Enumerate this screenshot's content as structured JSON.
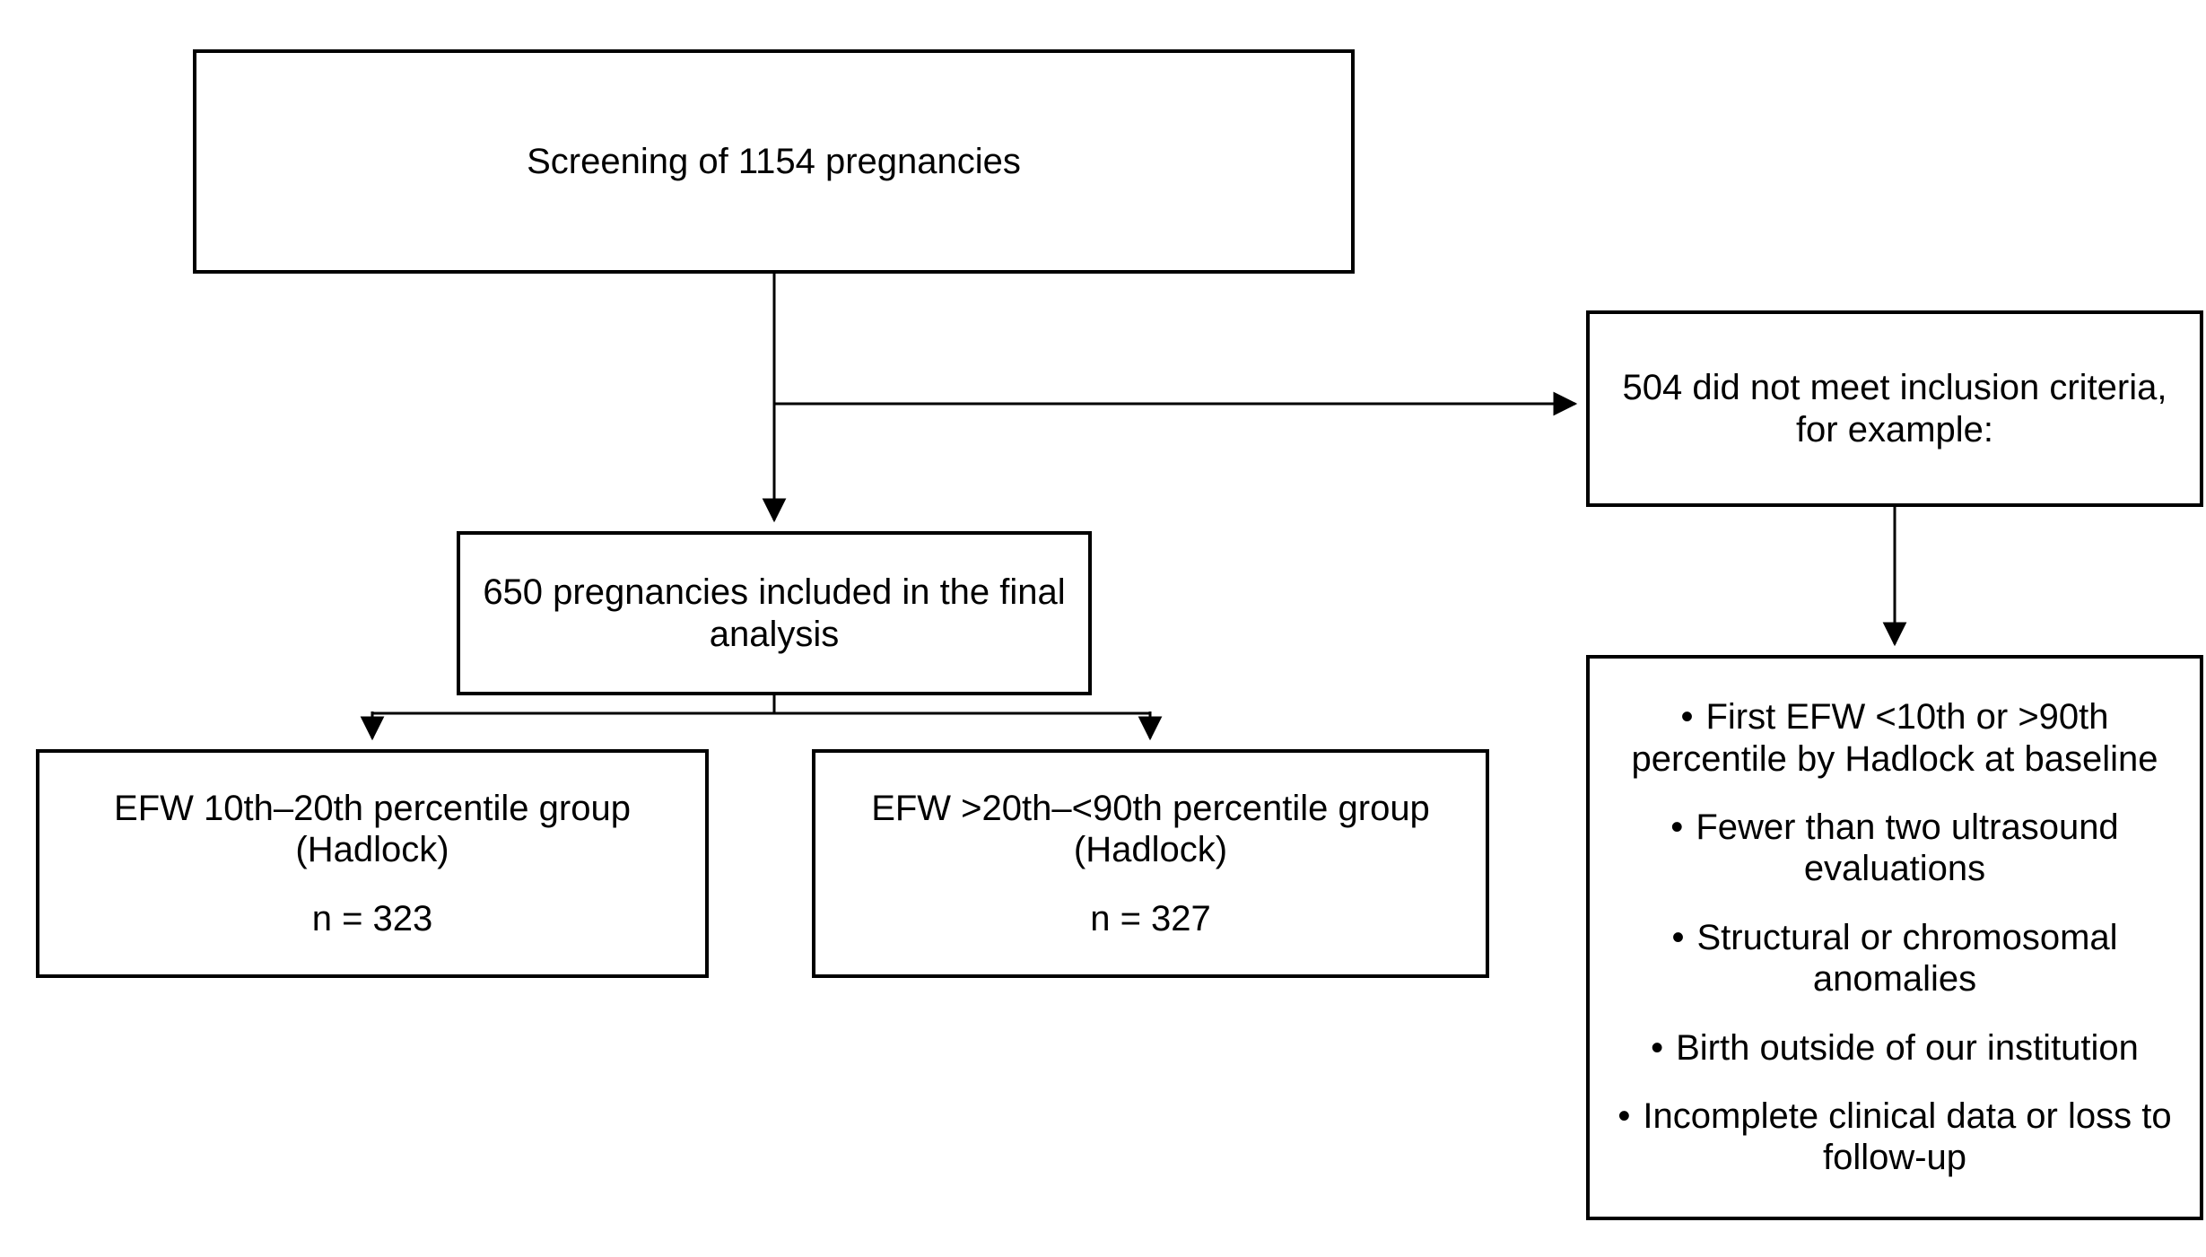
{
  "diagram": {
    "type": "flowchart",
    "colors": {
      "background": "#ffffff",
      "box_border": "#000000",
      "text": "#000000",
      "connector": "#000000"
    },
    "nodes": {
      "screening": {
        "text": "Screening of 1154 pregnancies"
      },
      "excluded": {
        "text": "504 did not meet inclusion criteria, for example:"
      },
      "included": {
        "text": "650 pregnancies included in the final analysis"
      },
      "group_low": {
        "title": "EFW 10th–20th percentile group (Hadlock)",
        "count": "n = 323"
      },
      "group_normal": {
        "title": "EFW >20th–<90th percentile group (Hadlock)",
        "count": "n = 327"
      },
      "exclusion_reasons": {
        "bullet_glyph": "•",
        "items": [
          "First EFW <10th or >90th percentile by Hadlock at baseline",
          "Fewer than two ultrasound evaluations",
          "Structural or chromosomal anomalies",
          "Birth outside of our institution",
          "Incomplete clinical data or loss to follow-up"
        ]
      }
    }
  }
}
